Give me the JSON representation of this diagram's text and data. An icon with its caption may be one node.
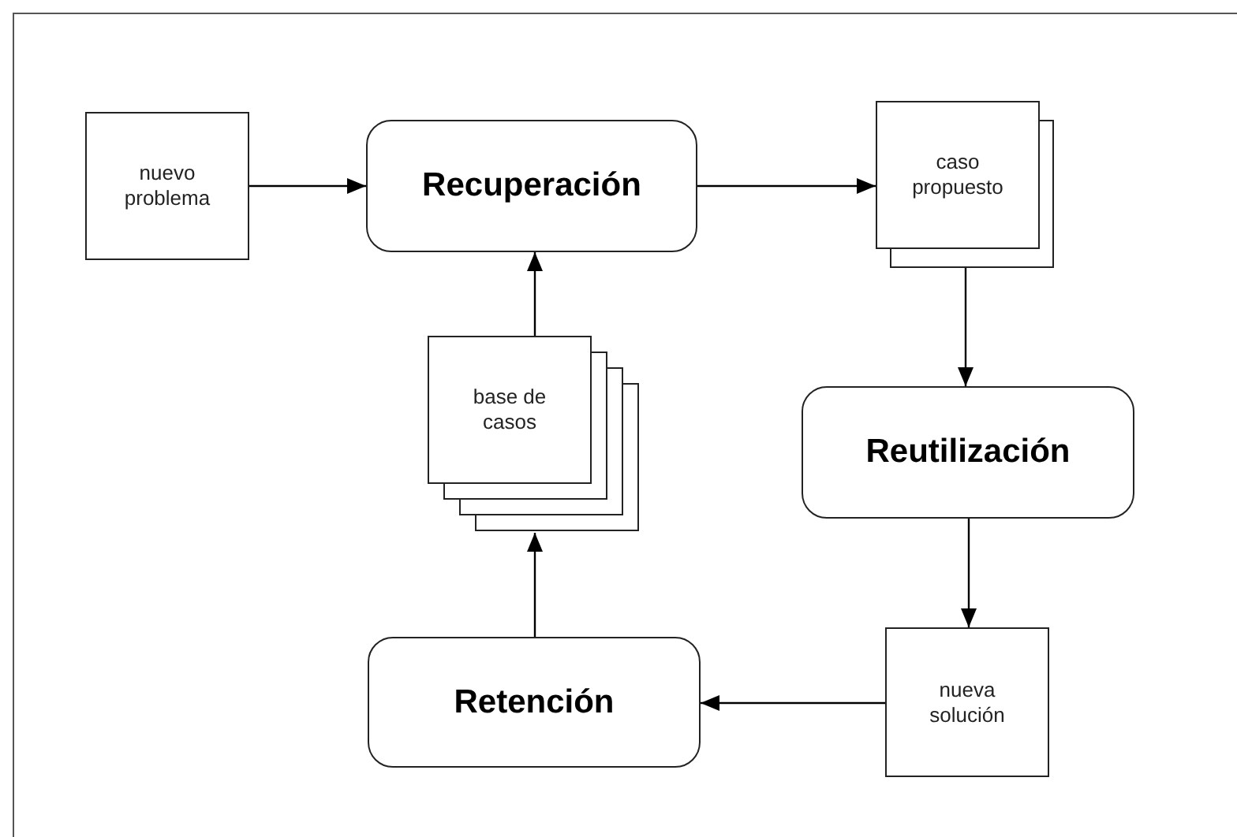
{
  "diagram": {
    "nodes": [
      {
        "text": [
          "nuevo problema"
        ]
      },
      {
        "text": [
          "Recuperación"
        ]
      },
      {
        "text": [
          "caso propuesto"
        ]
      },
      {
        "text": [
          "Reutilización"
        ]
      },
      {
        "text": [
          "nueva solución"
        ]
      },
      {
        "text": [
          "Retención"
        ]
      },
      {
        "text": [
          "base de casos"
        ]
      }
    ],
    "edges": [
      {
        "from": 0,
        "to": 1,
        "arrow": "to"
      },
      {
        "from": 1,
        "to": 2,
        "arrow": "to"
      },
      {
        "from": 2,
        "to": 3,
        "arrow": "to"
      },
      {
        "from": 3,
        "to": 4,
        "arrow": "to"
      },
      {
        "from": 4,
        "to": 5,
        "arrow": "to"
      },
      {
        "from": 5,
        "to": 6,
        "arrow": "to"
      },
      {
        "from": 6,
        "to": 1,
        "arrow": "to"
      }
    ]
  }
}
